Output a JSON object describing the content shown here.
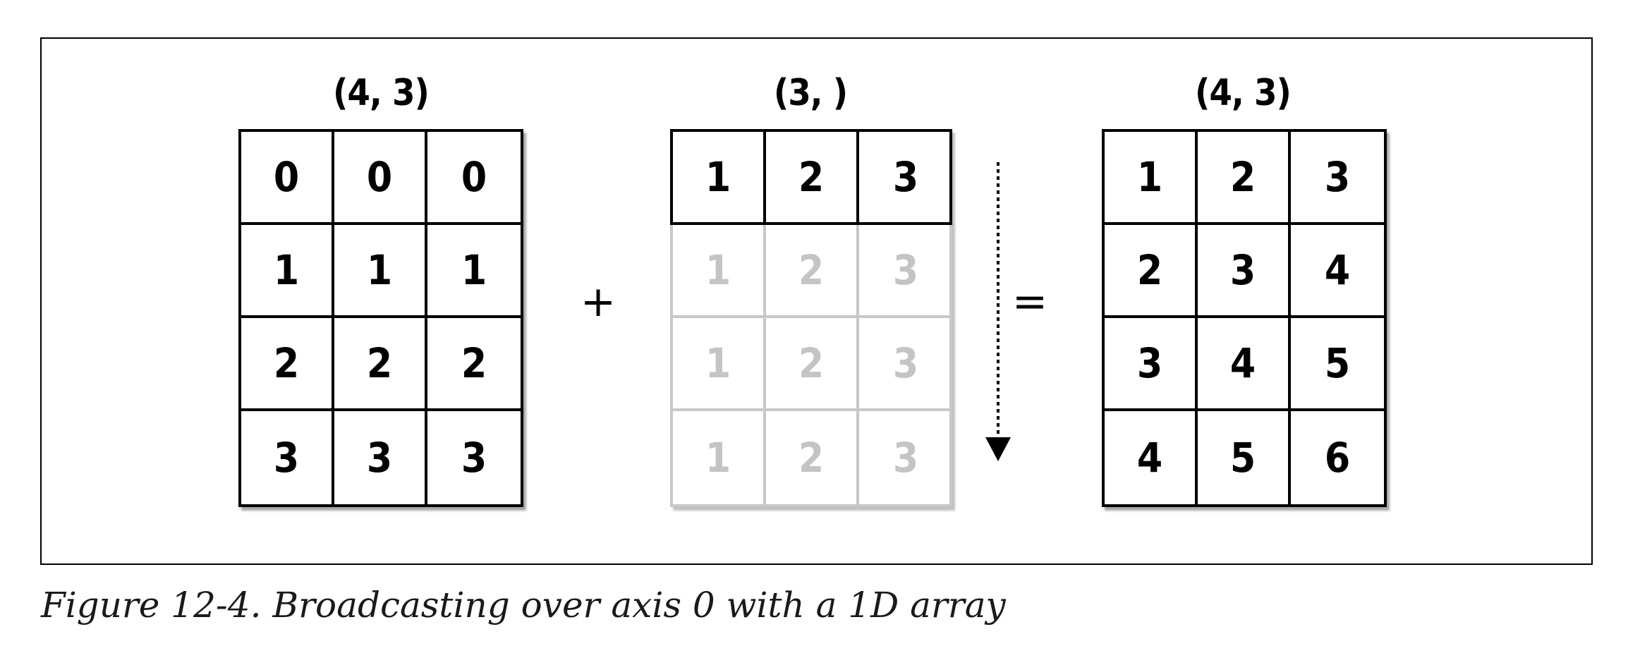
{
  "figure": {
    "caption": "Figure 12-4. Broadcasting over axis 0 with a 1D array"
  },
  "left_array": {
    "shape_label": "(4, 3)",
    "rows": [
      [
        "0",
        "0",
        "0"
      ],
      [
        "1",
        "1",
        "1"
      ],
      [
        "2",
        "2",
        "2"
      ],
      [
        "3",
        "3",
        "3"
      ]
    ]
  },
  "operator_plus": "+",
  "middle_array": {
    "shape_label": "(3, )",
    "row": [
      "1",
      "2",
      "3"
    ],
    "broadcast_rows": [
      [
        "1",
        "2",
        "3"
      ],
      [
        "1",
        "2",
        "3"
      ],
      [
        "1",
        "2",
        "3"
      ]
    ],
    "broadcast_direction": "down (axis 0)"
  },
  "operator_equals": "=",
  "result_array": {
    "shape_label": "(4, 3)",
    "rows": [
      [
        "1",
        "2",
        "3"
      ],
      [
        "2",
        "3",
        "4"
      ],
      [
        "3",
        "4",
        "5"
      ],
      [
        "4",
        "5",
        "6"
      ]
    ]
  }
}
